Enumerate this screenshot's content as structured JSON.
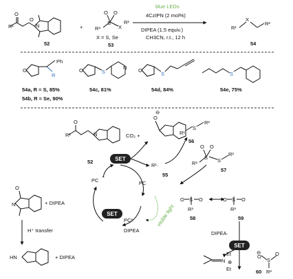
{
  "top_reaction": {
    "reagent_1_number": "52",
    "plus": "+",
    "reagent_2_number": "53",
    "reagent_2_note": "X = S, Se",
    "conditions_above_1": "blue LEDs",
    "conditions_above_2": "4CzIPN (2 mol%)",
    "conditions_below_1": "DIPEA (1.5 equiv.)",
    "conditions_below_2": "CH3CN, r.t., 12 h",
    "product_number": "54",
    "r1": "R¹",
    "r2": "R²",
    "r3": "R³",
    "x": "X"
  },
  "examples": [
    {
      "line1": "54a, R = S, 85%",
      "line2": "54b, R = Se, 90%",
      "substituent": "R",
      "ph": "Ph"
    },
    {
      "line1": "54c, 81%",
      "atom": "S",
      "ring_atom": "N"
    },
    {
      "line1": "54d, 84%",
      "atom": "S"
    },
    {
      "line1": "54e, 75%",
      "atom": "S"
    }
  ],
  "mechanism": {
    "start_number": "52",
    "co2": "CO₂  +",
    "set": "SET",
    "radical_r1": "R¹·",
    "radical_number": "55",
    "product_number": "56",
    "reagent_number": "57",
    "sulfonyl_number": "58",
    "sulfinyl_number": "59",
    "anion_number": "60",
    "pc_minus": "PC",
    "pc": "PC",
    "pc_star": "PC*",
    "pc_plus": "PC",
    "visible_light": "visible light",
    "dipea": "DIPEA",
    "dipea_radical_cation": "DIPEA·",
    "plus_dipea_plus": "+ DIPEA",
    "plus_dipea_radical": "+ DIPEA",
    "h_transfer": "H⁺ transfer",
    "et": "Et",
    "r3": "R³",
    "r2": "R²",
    "s": "S",
    "o": "O",
    "n": "N",
    "hn": "HN",
    "minus": "⊖",
    "plus_circle": "⊕"
  }
}
